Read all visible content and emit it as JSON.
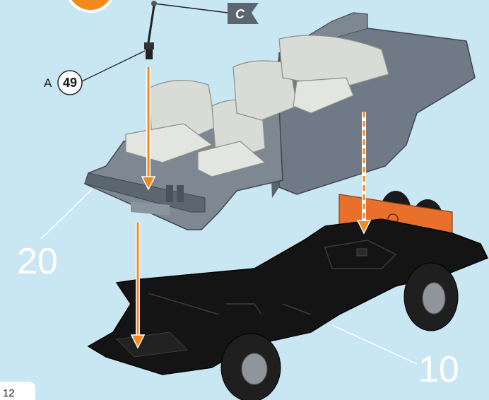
{
  "callouts": {
    "part_a_letter": "A",
    "part_a_number": "49",
    "flag_label": "C",
    "body_part_number": "20",
    "chassis_part_number": "10"
  },
  "page": {
    "number": "12"
  },
  "colors": {
    "background": "#c9e6f3",
    "body_grey": "#6f7a86",
    "seat_grey": "#d8dbd6",
    "chassis_black": "#141414",
    "orange_part": "#e8702a",
    "arrow_orange": "#f08a1c"
  }
}
